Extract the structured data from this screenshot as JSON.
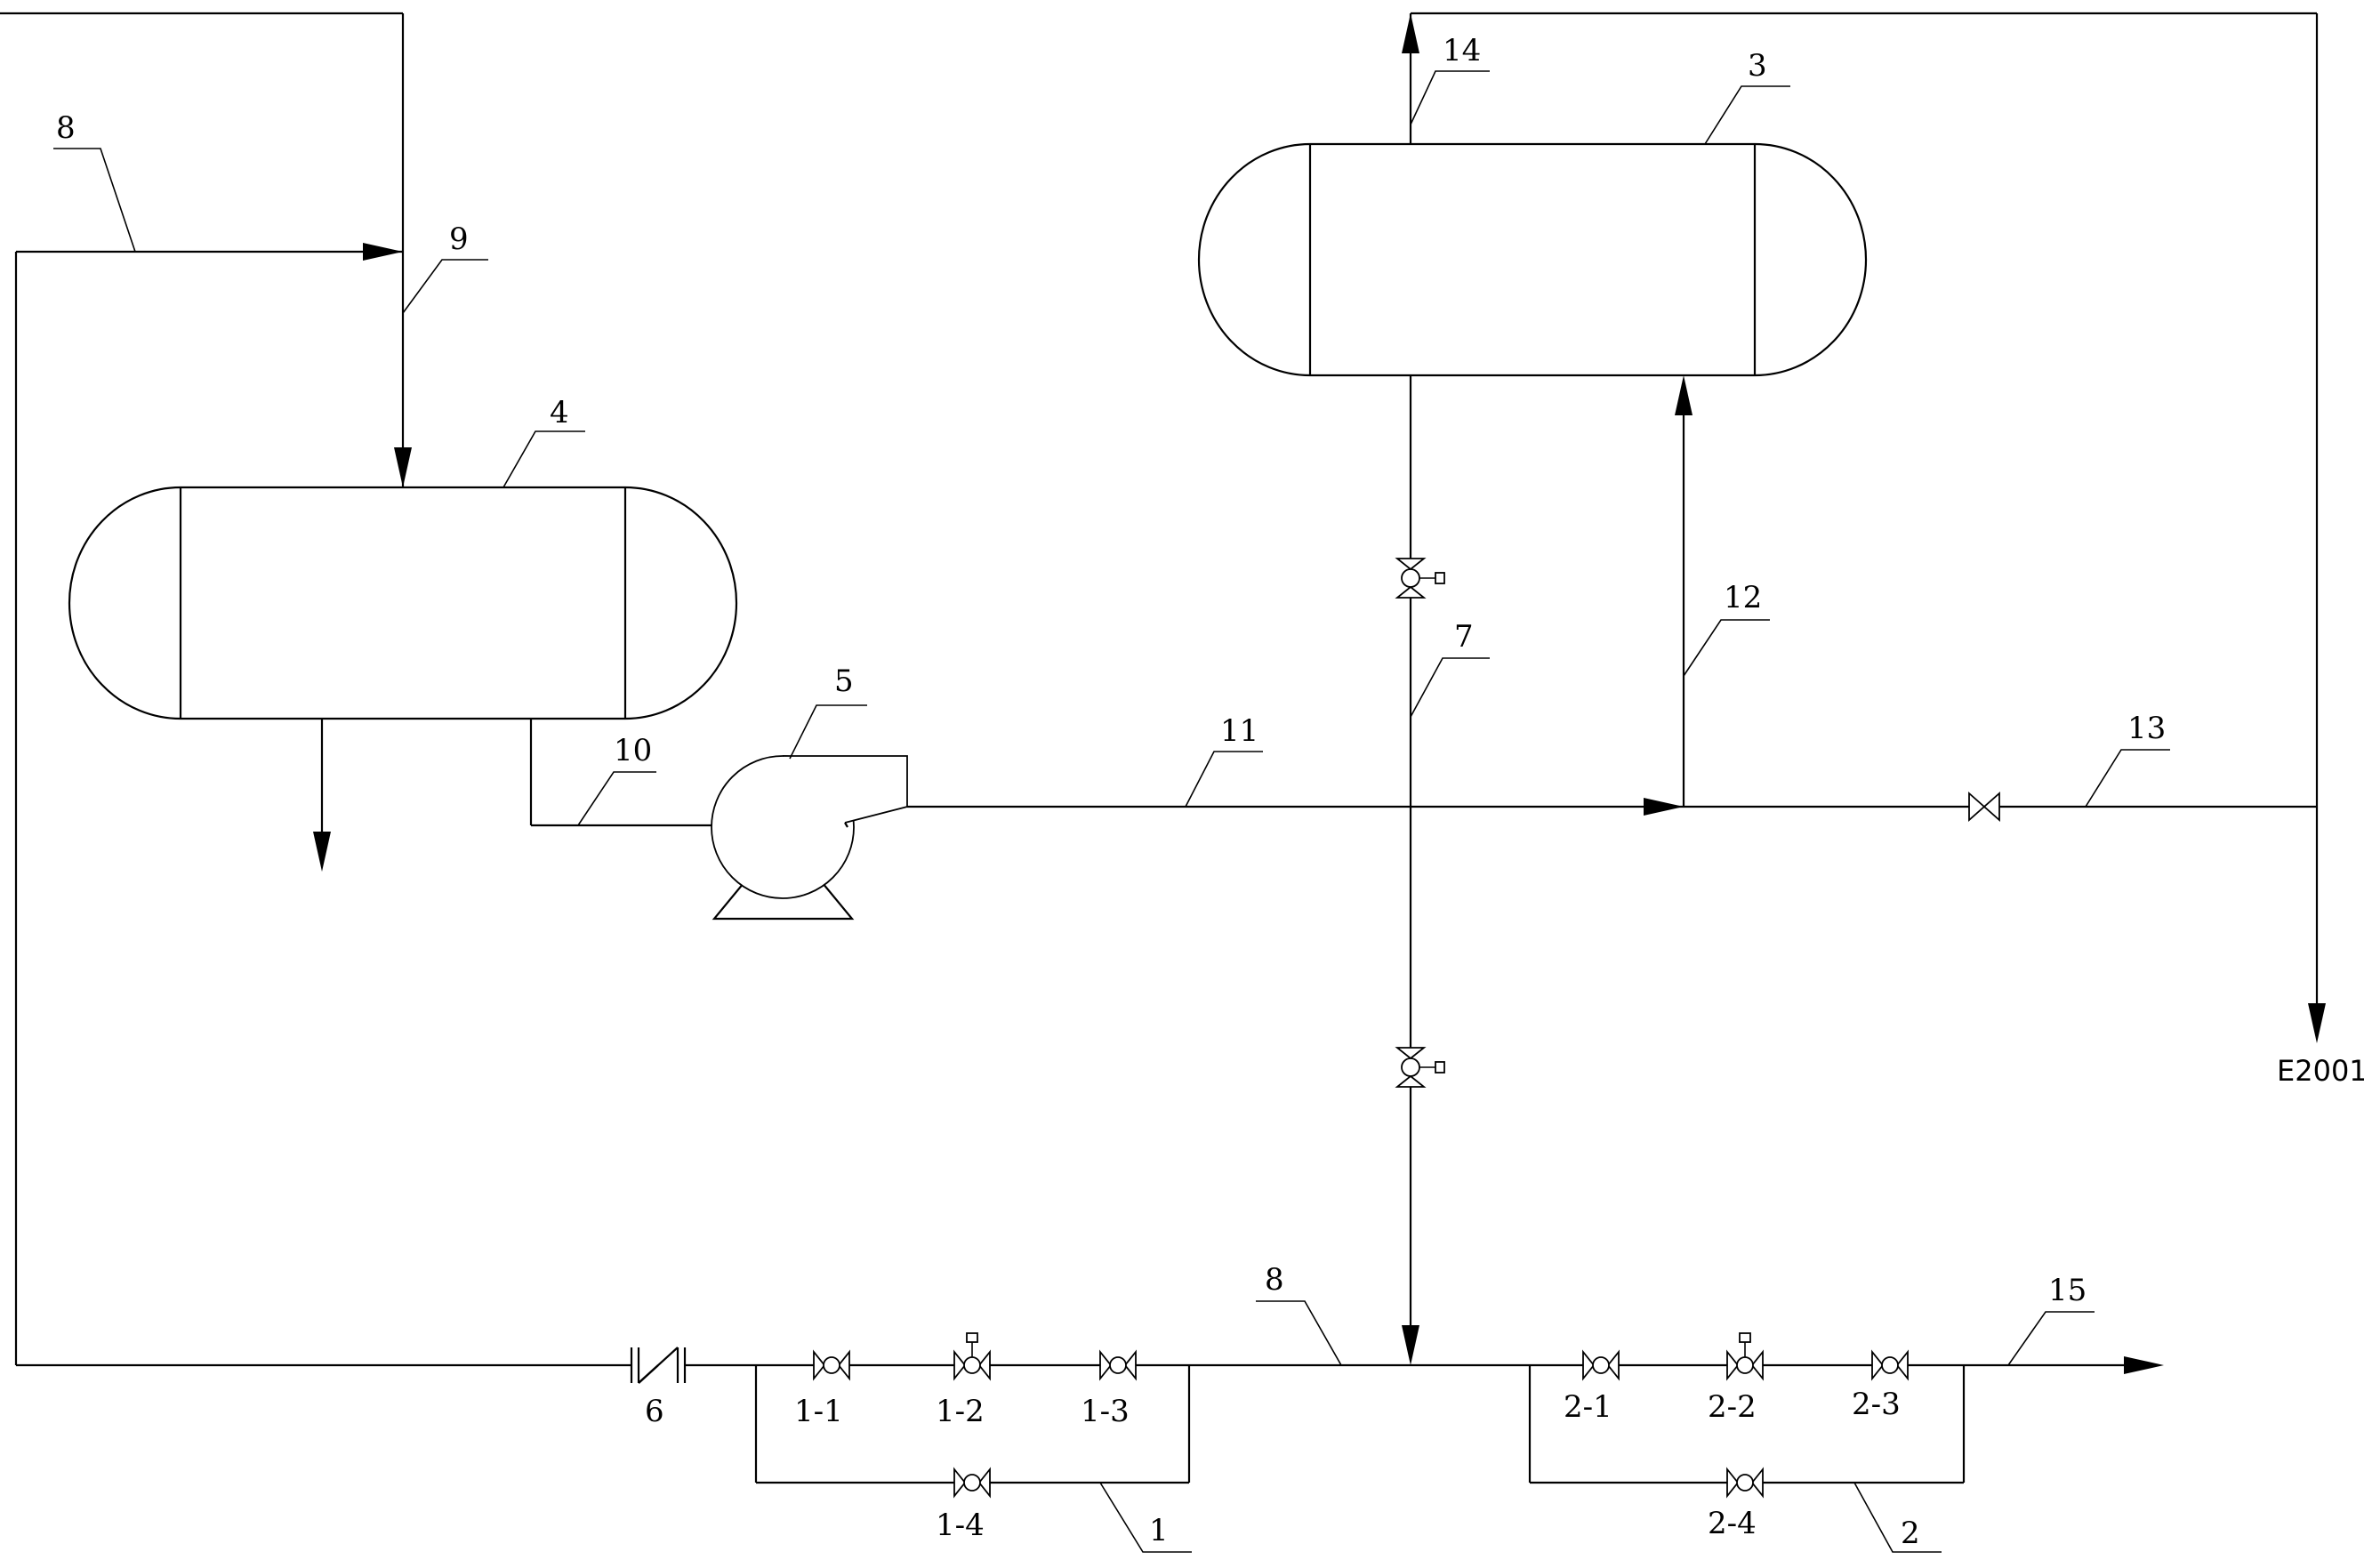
{
  "labels": {
    "tank_3": "3",
    "tank_4": "4",
    "pump_5": "5",
    "check_valve_6": "6",
    "line_7": "7",
    "line_8_top": "8",
    "line_8_bottom": "8",
    "line_9": "9",
    "line_10": "10",
    "line_11": "11",
    "line_12": "12",
    "line_13": "13",
    "line_14": "14",
    "line_15": "15",
    "bypass_1": "1",
    "bypass_2": "2",
    "e2001": "E2001"
  },
  "valve_group_1": {
    "v1": "1-1",
    "v2": "1-2",
    "v3": "1-3",
    "v4": "1-4"
  },
  "valve_group_2": {
    "v1": "2-1",
    "v2": "2-2",
    "v3": "2-3",
    "v4": "2-4"
  },
  "colors": {
    "line": "#000000",
    "background": "#ffffff"
  }
}
